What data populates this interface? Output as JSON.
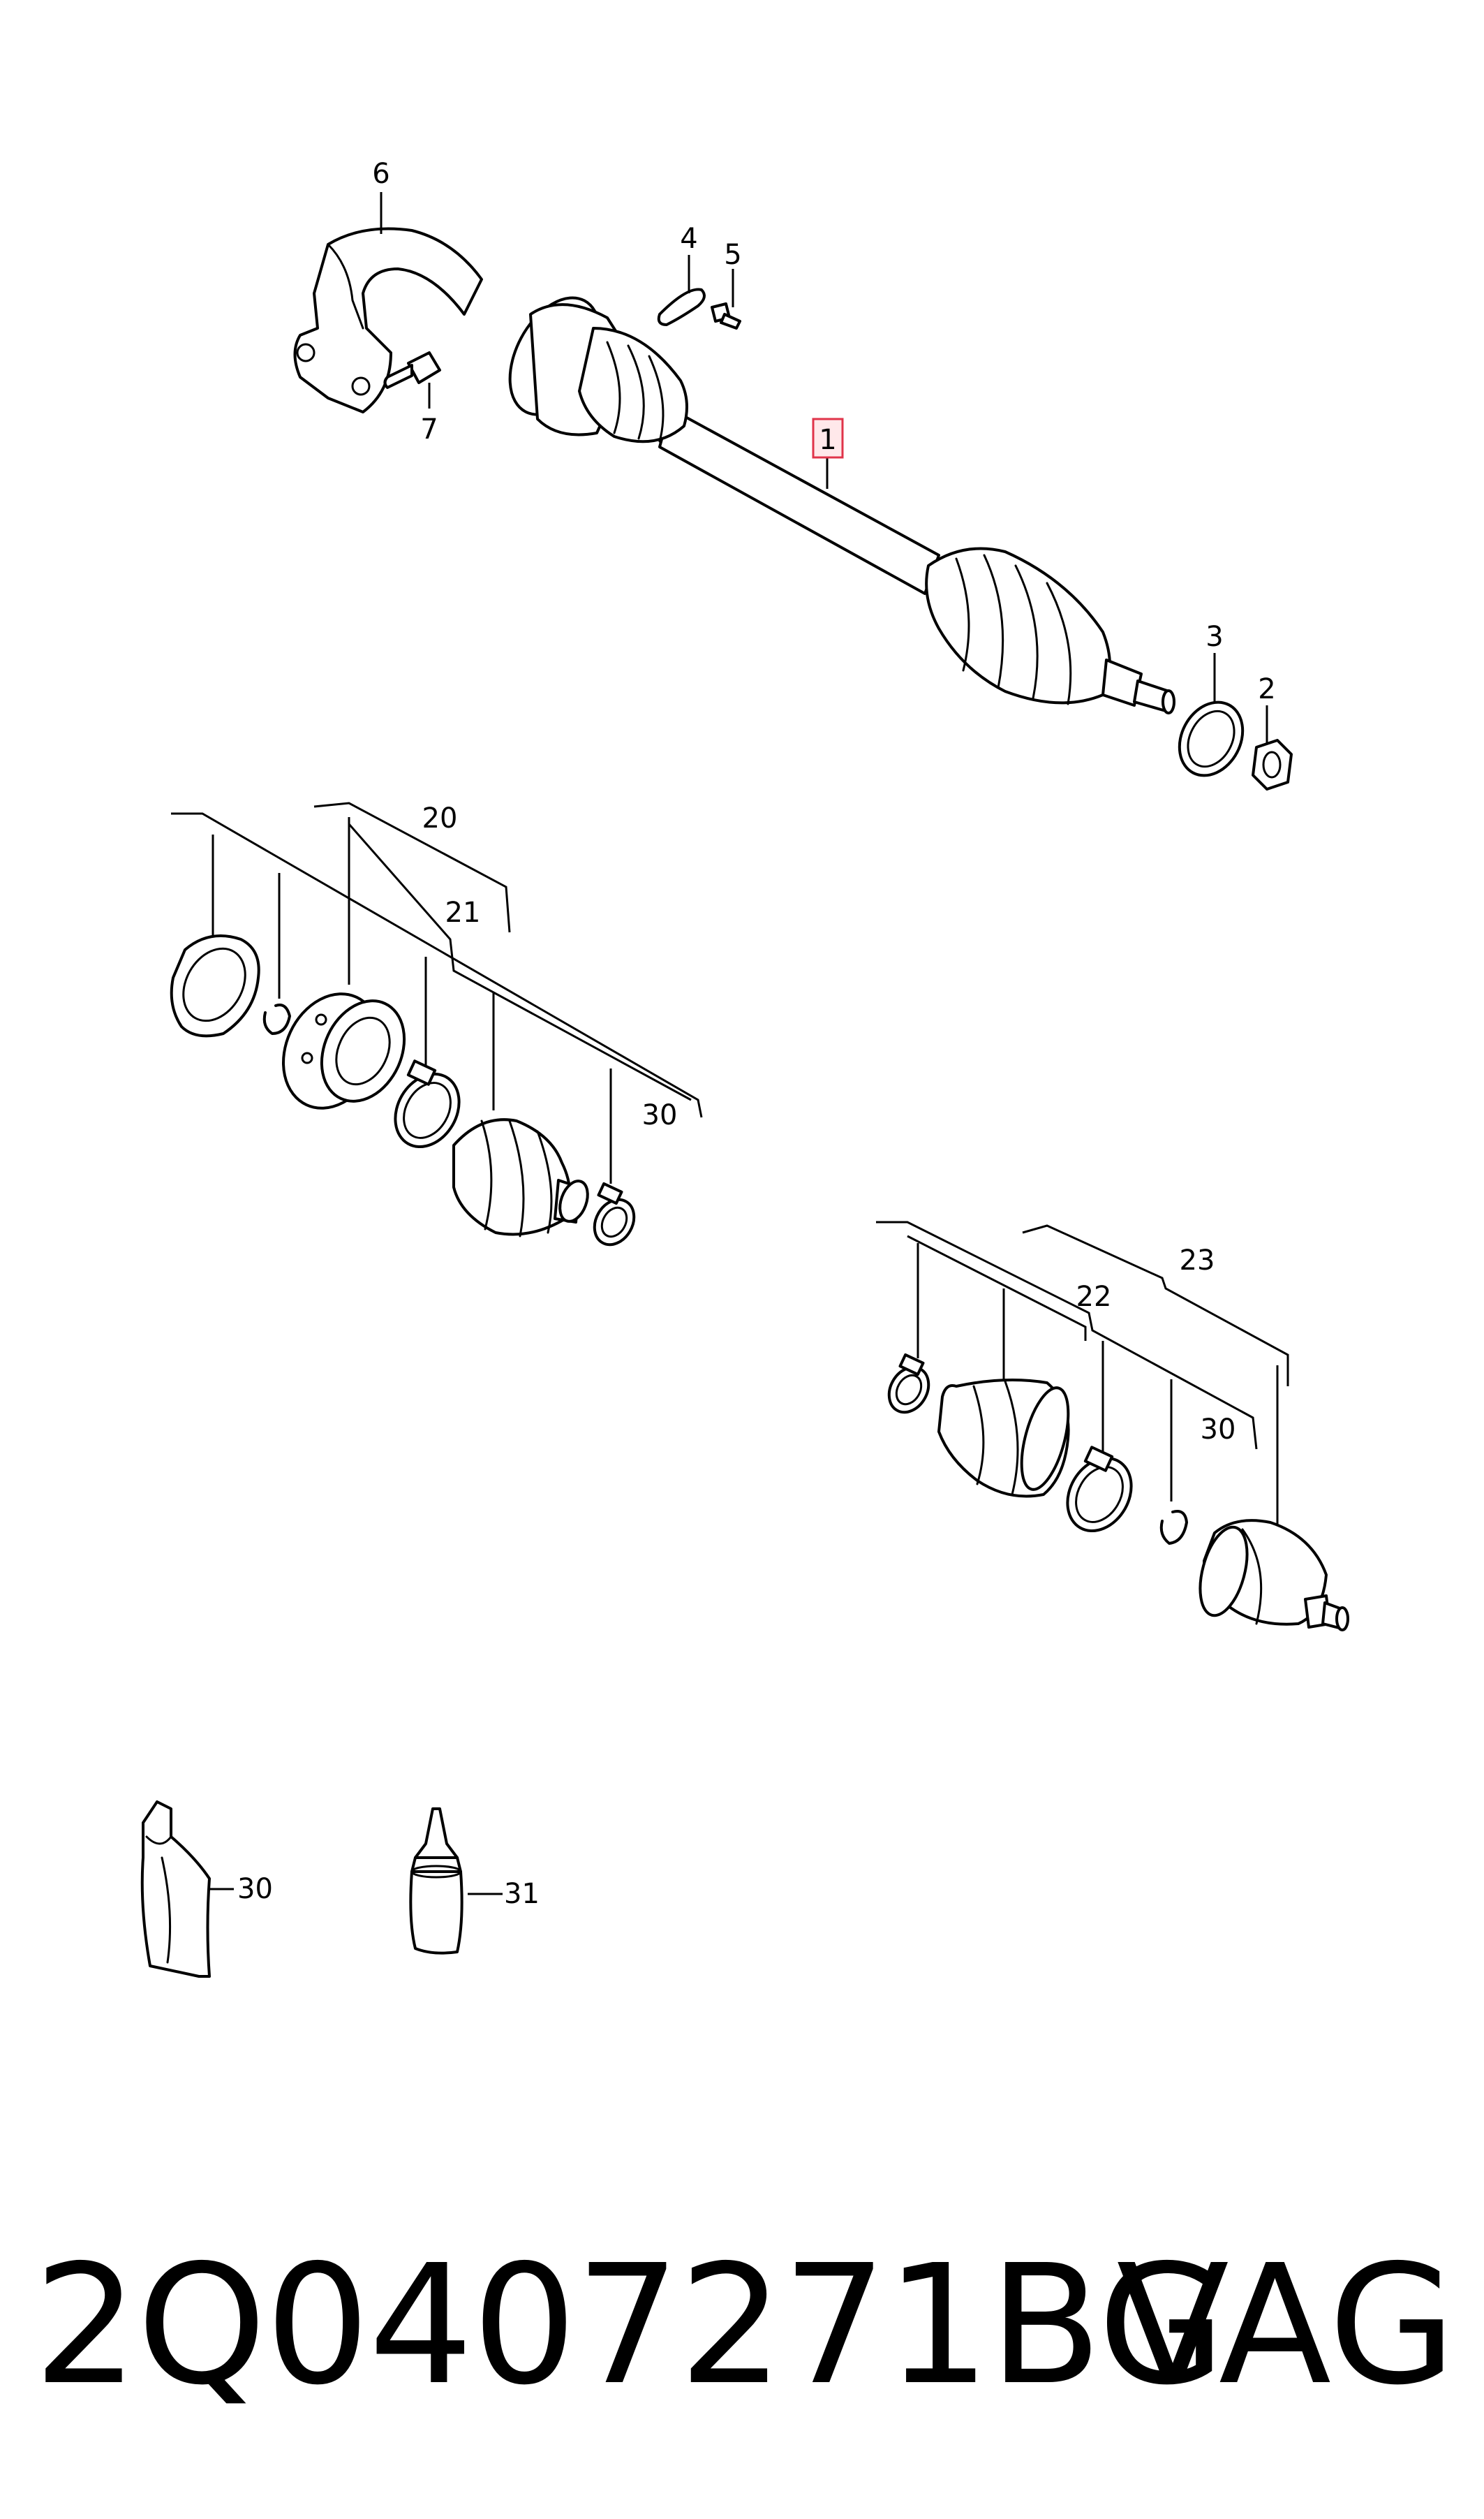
{
  "callouts": {
    "c1": "1",
    "c2": "2",
    "c3": "3",
    "c4": "4",
    "c5": "5",
    "c6": "6",
    "c7": "7",
    "c20": "20",
    "c21": "21",
    "c22": "22",
    "c23": "23",
    "c30a": "30",
    "c30b": "30",
    "c30c": "30",
    "c31": "31"
  },
  "footer": {
    "part_number": "2Q0407271BG",
    "brand": "VAG"
  },
  "colors": {
    "highlight_border": "#e0344a",
    "highlight_fill": "#ffe8ea",
    "line": "#000000"
  }
}
